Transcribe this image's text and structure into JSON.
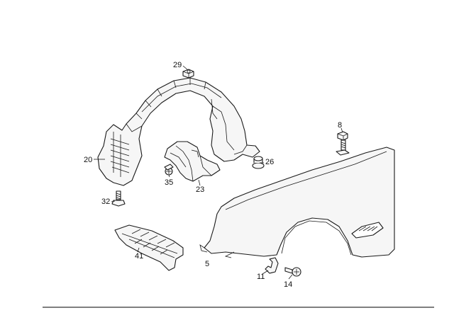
{
  "callouts": {
    "c29": "29",
    "c8": "8",
    "c20": "20",
    "c26": "26",
    "c35": "35",
    "c23": "23",
    "c32": "32",
    "c41": "41",
    "c5": "5",
    "c11": "11",
    "c14": "14"
  },
  "colors": {
    "line": "#1a1a1a",
    "fill": "#f6f6f6",
    "background": "#ffffff"
  }
}
